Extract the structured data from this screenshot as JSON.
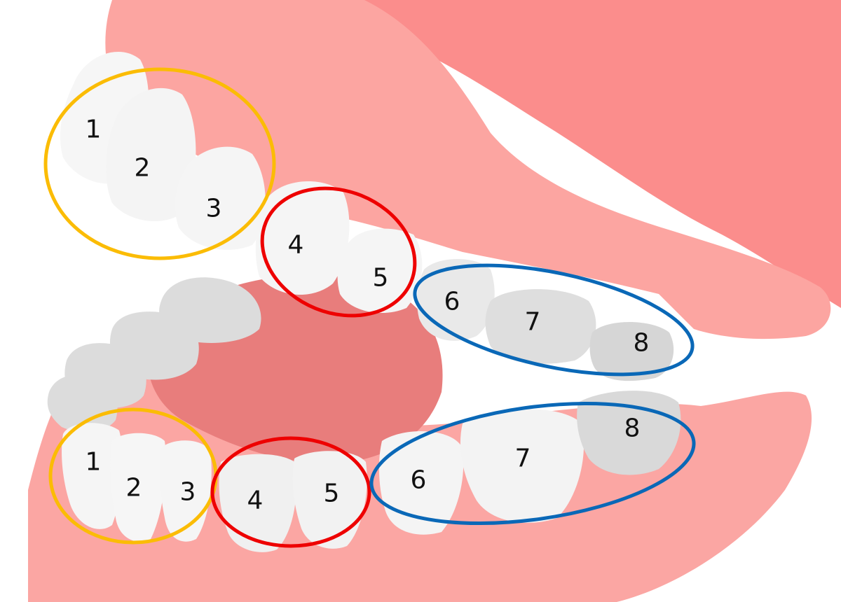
{
  "colors": {
    "upper_gum": "#fca5a1",
    "gum_dark": "#fb8d8c",
    "lower_gum": "#fba6a3",
    "mouth_interior": "#e87d7c",
    "tooth_white": "#f6f6f6",
    "tooth_grey": "#d9d9d9",
    "incisor_group": "#fbbc05",
    "premolar_group": "#ee0000",
    "molar_group": "#0a68b7"
  },
  "upper_teeth": [
    {
      "id": "u1",
      "label": "1"
    },
    {
      "id": "u2",
      "label": "2"
    },
    {
      "id": "u3",
      "label": "3"
    },
    {
      "id": "u4",
      "label": "4"
    },
    {
      "id": "u5",
      "label": "5"
    },
    {
      "id": "u6",
      "label": "6"
    },
    {
      "id": "u7",
      "label": "7"
    },
    {
      "id": "u8",
      "label": "8"
    }
  ],
  "lower_teeth": [
    {
      "id": "l1",
      "label": "1"
    },
    {
      "id": "l2",
      "label": "2"
    },
    {
      "id": "l3",
      "label": "3"
    },
    {
      "id": "l4",
      "label": "4"
    },
    {
      "id": "l5",
      "label": "5"
    },
    {
      "id": "l6",
      "label": "6"
    },
    {
      "id": "l7",
      "label": "7"
    },
    {
      "id": "l8",
      "label": "8"
    }
  ],
  "groups": [
    {
      "id": "upper-incisors",
      "color_key": "incisor_group"
    },
    {
      "id": "upper-premolars",
      "color_key": "premolar_group"
    },
    {
      "id": "upper-molars",
      "color_key": "molar_group"
    },
    {
      "id": "lower-incisors",
      "color_key": "incisor_group"
    },
    {
      "id": "lower-premolars",
      "color_key": "premolar_group"
    },
    {
      "id": "lower-molars",
      "color_key": "molar_group"
    }
  ]
}
